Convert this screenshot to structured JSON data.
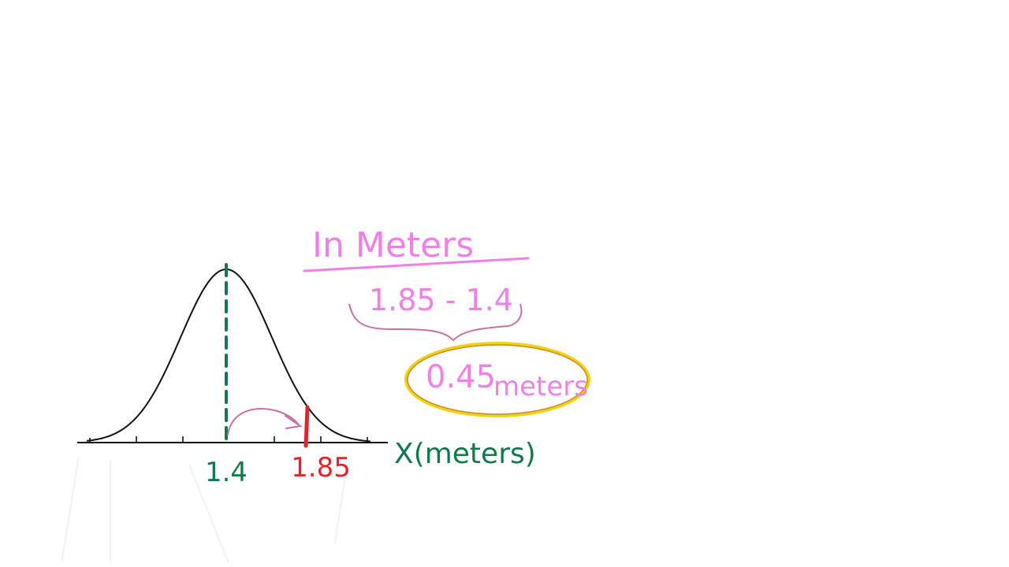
{
  "heading": "In Meters",
  "expression": "1.85 - 1.4",
  "result": {
    "value": "0.45",
    "unit": "meters"
  },
  "axis": {
    "label": "X(meters)",
    "mean_label": "1.4",
    "point_label": "1.85"
  },
  "colors": {
    "curve": "#111111",
    "mean": "#0f7a4c",
    "point": "#e0262b",
    "annotation": "#f07fe6",
    "bracket": "#c8709f",
    "highlight": "#f2d20f",
    "highlight_edge": "#c98a2a",
    "axis_label": "#0f7a4c"
  }
}
